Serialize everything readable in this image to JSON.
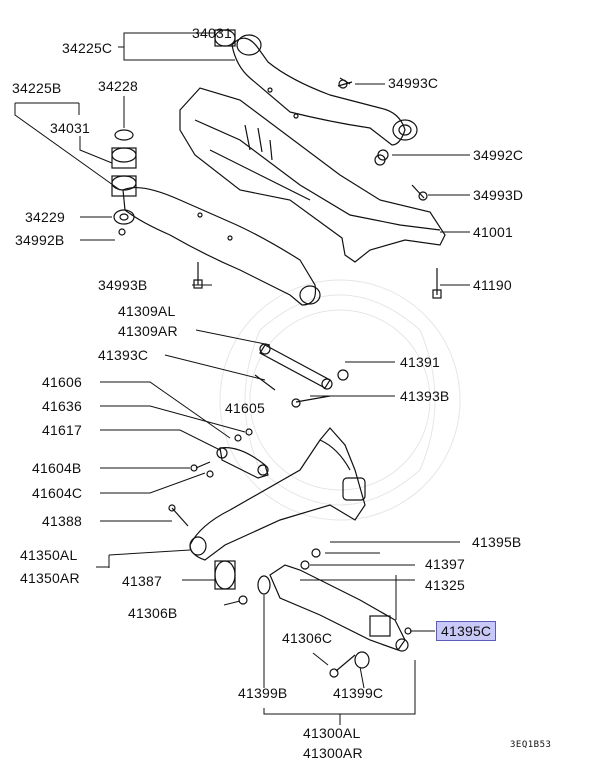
{
  "diagram": {
    "labels": {
      "l34031a": "34031",
      "l34225C": "34225C",
      "l34993C": "34993C",
      "l34225B": "34225B",
      "l34228": "34228",
      "l34031b": "34031",
      "l34992C": "34992C",
      "l34993D": "34993D",
      "l34229": "34229",
      "l34992B": "34992B",
      "l41001": "41001",
      "l34993B": "34993B",
      "l41190": "41190",
      "l41309AL": "41309AL",
      "l41309AR": "41309AR",
      "l41393C": "41393C",
      "l41391": "41391",
      "l41606": "41606",
      "l41393B": "41393B",
      "l41636": "41636",
      "l41605": "41605",
      "l41617": "41617",
      "l41604B": "41604B",
      "l41604C": "41604C",
      "l41388": "41388",
      "l41395B": "41395B",
      "l41350AL": "41350AL",
      "l41397": "41397",
      "l41350AR": "41350AR",
      "l41387": "41387",
      "l41325": "41325",
      "l41306B": "41306B",
      "l41395C": "41395C",
      "l41306C": "41306C",
      "l41399B": "41399B",
      "l41399C": "41399C",
      "l41300AL": "41300AL",
      "l41300AR": "41300AR",
      "code": "3EQ1B53"
    },
    "highlight_color": "#c9c9f7"
  }
}
